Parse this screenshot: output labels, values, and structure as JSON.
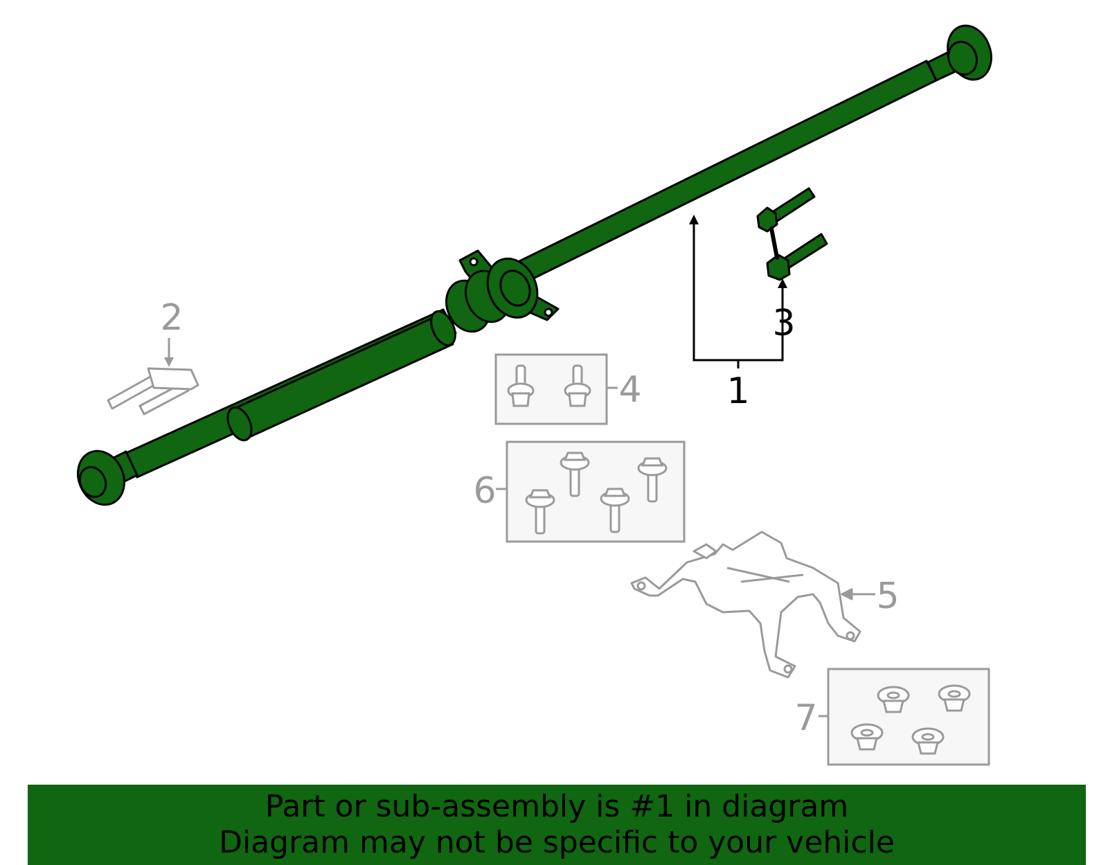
{
  "colors": {
    "part_fill": "#116611",
    "outline": "#000000",
    "muted": "#9a9a9a",
    "box_fill": "#f7f7f7",
    "banner": "#116611"
  },
  "callouts": {
    "c1": "1",
    "c2": "2",
    "c3": "3",
    "c4": "4",
    "c5": "5",
    "c6": "6",
    "c7": "7"
  },
  "banner": {
    "line1": "Part or sub-assembly is #1 in diagram",
    "line2": "Diagram may not be specific to your vehicle"
  }
}
